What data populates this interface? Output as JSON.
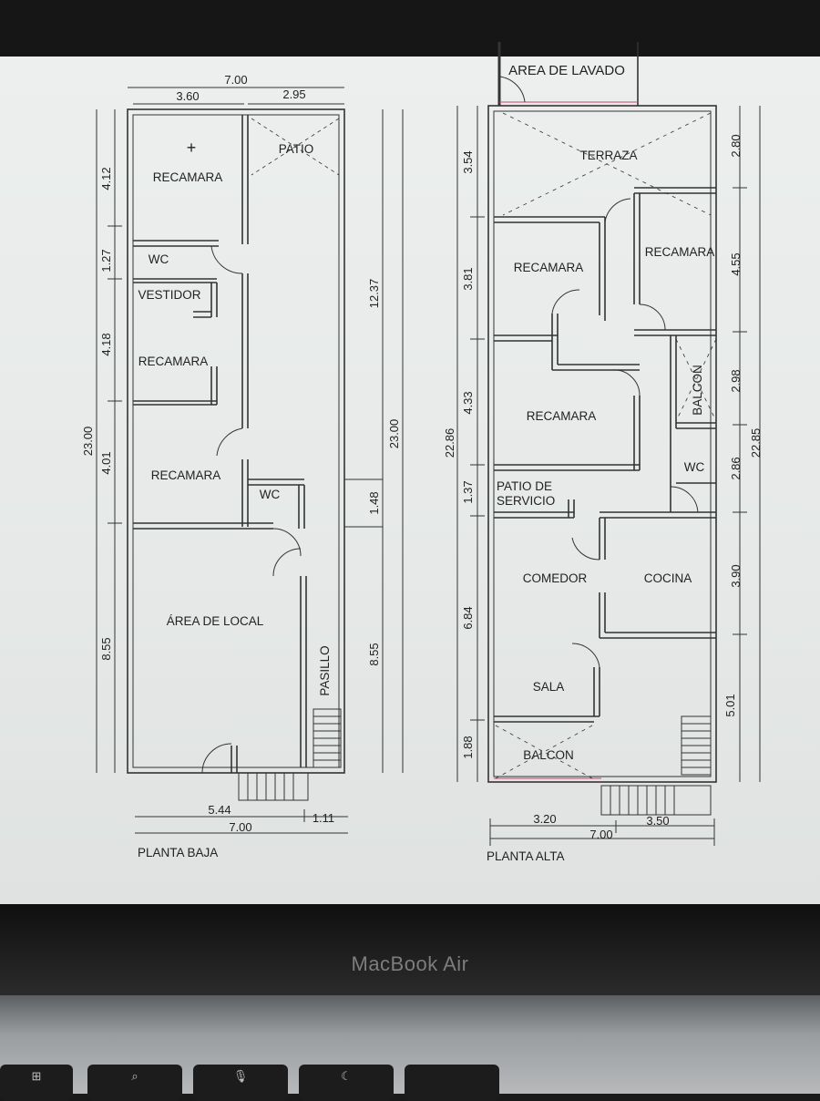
{
  "device": {
    "brand": "MacBook Air"
  },
  "planta_baja": {
    "caption": "PLANTA BAJA",
    "dims": {
      "top_total": "7.00",
      "top_left": "3.60",
      "top_right": "2.95",
      "left_total": "23.00",
      "left_1": "4.12",
      "left_2": "1.27",
      "left_3": "4.18",
      "left_4": "4.01",
      "left_5": "8.55",
      "right_upper": "12.37",
      "right_mid": "1.48",
      "right_lower": "8.55",
      "right_total": "23.00",
      "bottom_left": "5.44",
      "bottom_right": "1.11",
      "bottom_total": "7.00"
    },
    "rooms": {
      "recamara_1": "RECAMARA",
      "patio": "PATIO",
      "wc_1": "WC",
      "vestidor": "VESTIDOR",
      "recamara_2": "RECAMARA",
      "recamara_3": "RECAMARA",
      "wc_2": "WC",
      "area_local": "ÁREA DE LOCAL",
      "pasillo": "PASILLO"
    }
  },
  "planta_alta": {
    "caption": "PLANTA ALTA",
    "dims": {
      "left_1": "3.54",
      "left_2": "3.81",
      "left_3": "4.33",
      "left_4": "1.37",
      "left_5": "6.84",
      "left_6": "1.88",
      "left_total": "22.86",
      "right_1": "2.80",
      "right_2": "4.55",
      "right_3": "2.98",
      "right_4": "2.86",
      "right_5": "3.90",
      "right_6": "5.01",
      "right_total": "22.85",
      "bottom_left": "3.20",
      "bottom_right": "3.50",
      "bottom_total": "7.00"
    },
    "rooms": {
      "area_lavado": "AREA DE LAVADO",
      "terraza": "TERRAZA",
      "recamara_1": "RECAMARA",
      "recamara_2": "RECAMARA",
      "recamara_3": "RECAMARA",
      "balcon_1": "BALCON",
      "wc": "WC",
      "patio_servicio_1": "PATIO DE",
      "patio_servicio_2": "SERVICIO",
      "comedor": "COMEDOR",
      "cocina": "COCINA",
      "sala": "SALA",
      "balcon_2": "BALCON"
    }
  }
}
